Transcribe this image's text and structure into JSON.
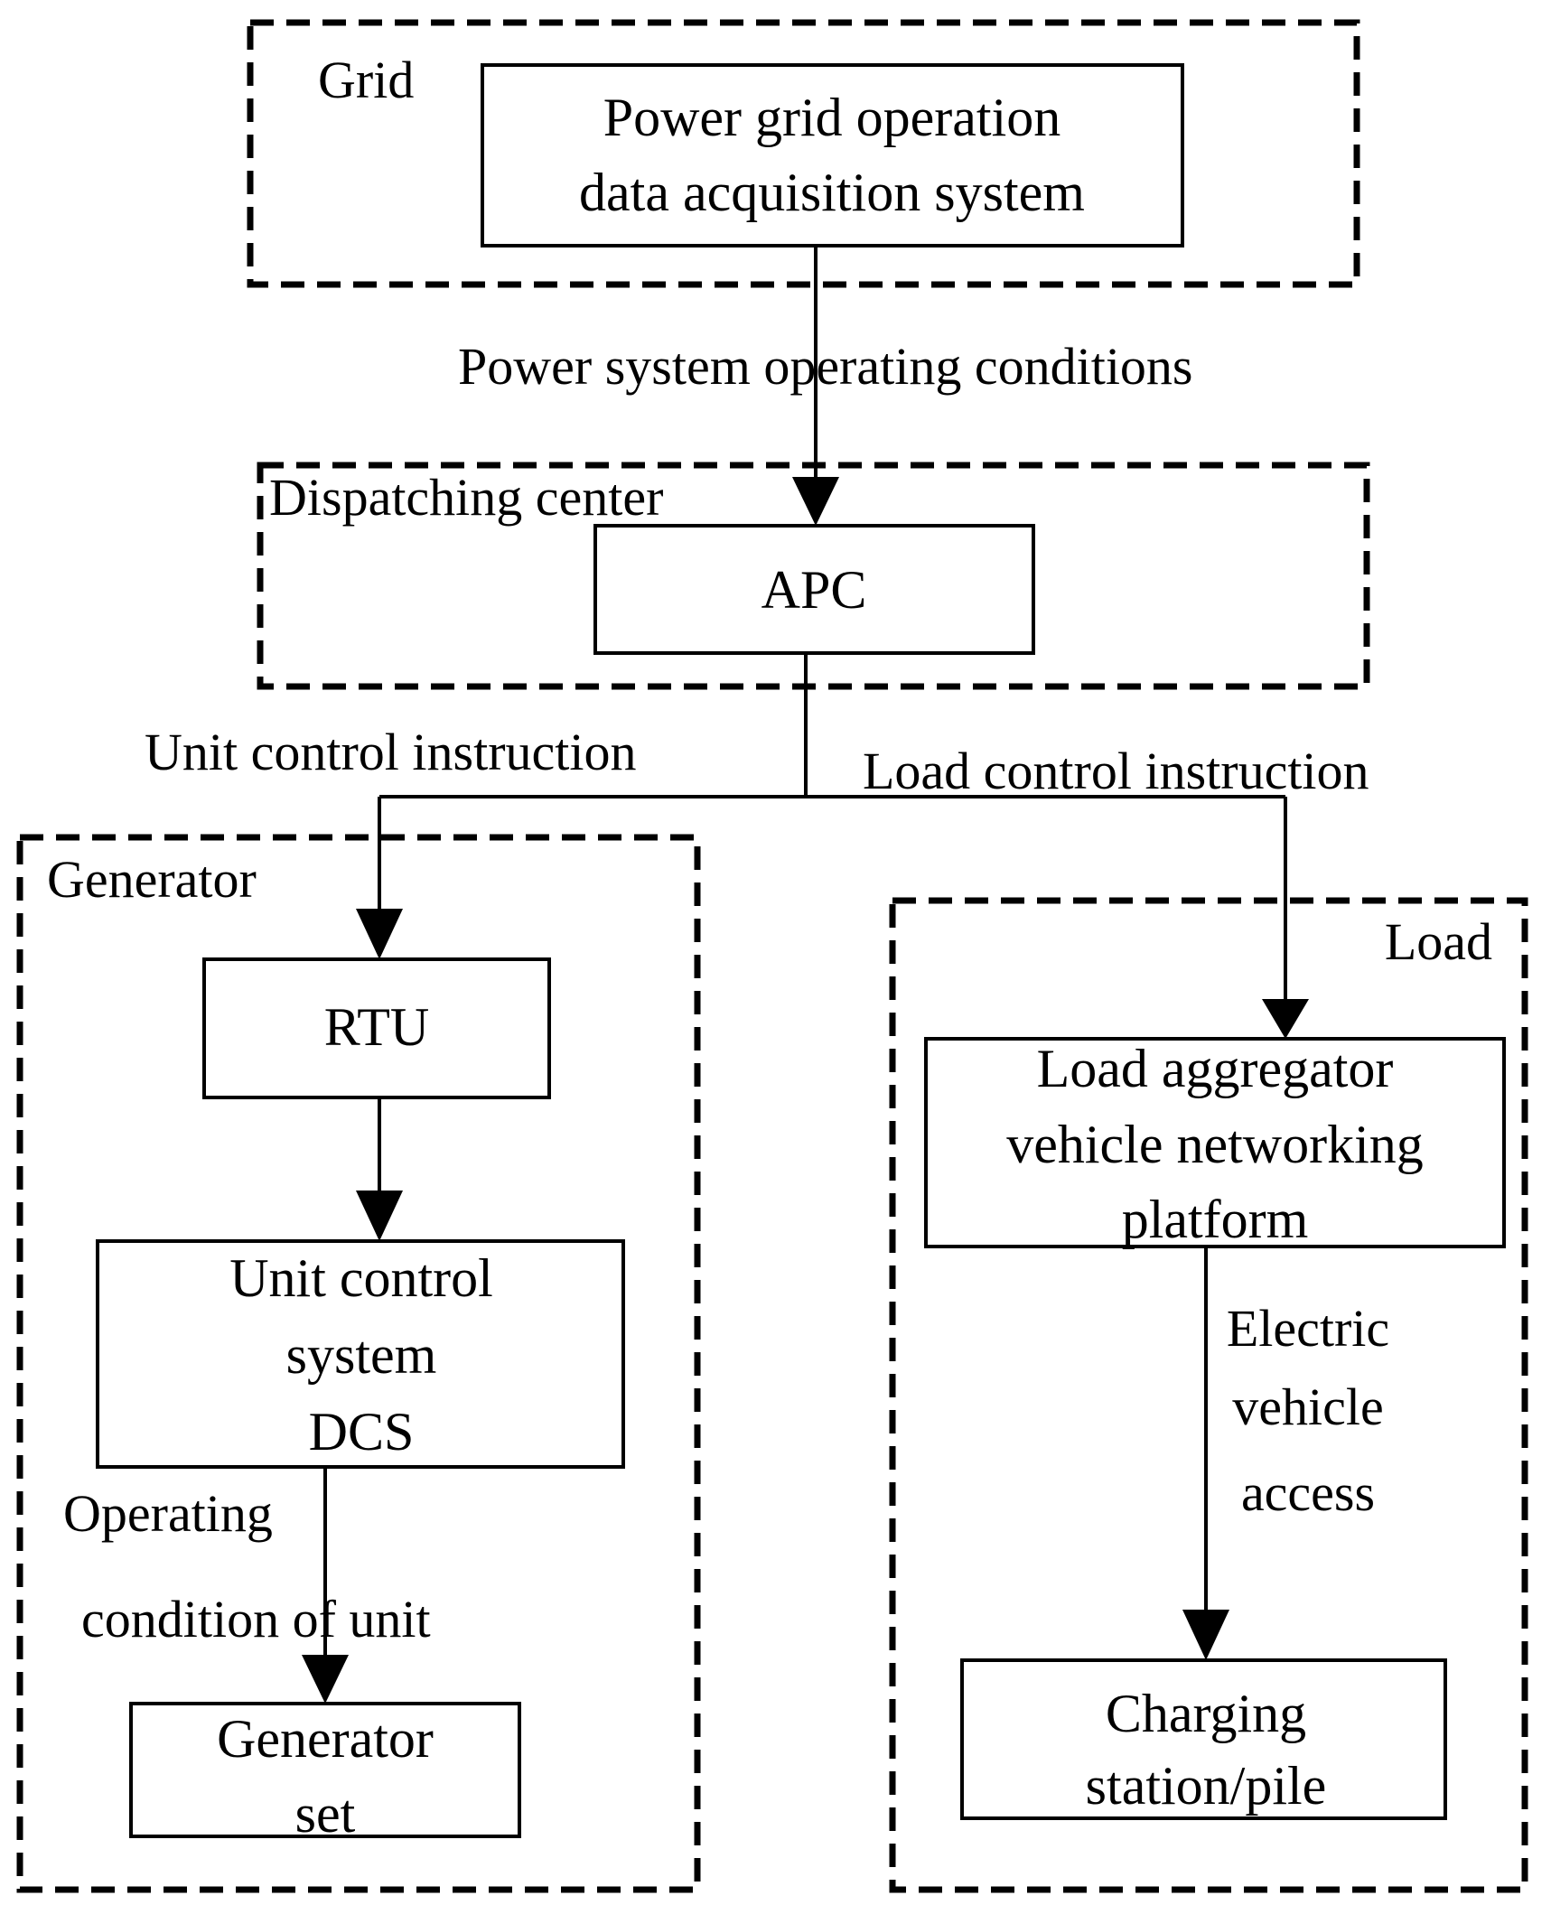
{
  "groups": {
    "grid": "Grid",
    "dispatching": "Dispatching center",
    "generator": "Generator",
    "load": "Load"
  },
  "nodes": {
    "pgo": [
      "Power grid operation",
      "data acquisition system"
    ],
    "apc": "APC",
    "rtu": "RTU",
    "ucs": [
      "Unit control",
      "system",
      "DCS"
    ],
    "genset": [
      "Generator",
      "set"
    ],
    "lavn": [
      "Load aggregator",
      "vehicle networking",
      "platform"
    ],
    "charging": [
      "Charging",
      "station/pile"
    ]
  },
  "edges": {
    "power_conditions": "Power system operating conditions",
    "unit_control": "Unit control instruction",
    "load_control": "Load control instruction",
    "operating_condition": [
      "Operating",
      "condition of unit"
    ],
    "ev_access": [
      "Electric",
      "vehicle",
      "access"
    ]
  },
  "colors": {
    "stroke": "#000000",
    "background": "#ffffff"
  }
}
